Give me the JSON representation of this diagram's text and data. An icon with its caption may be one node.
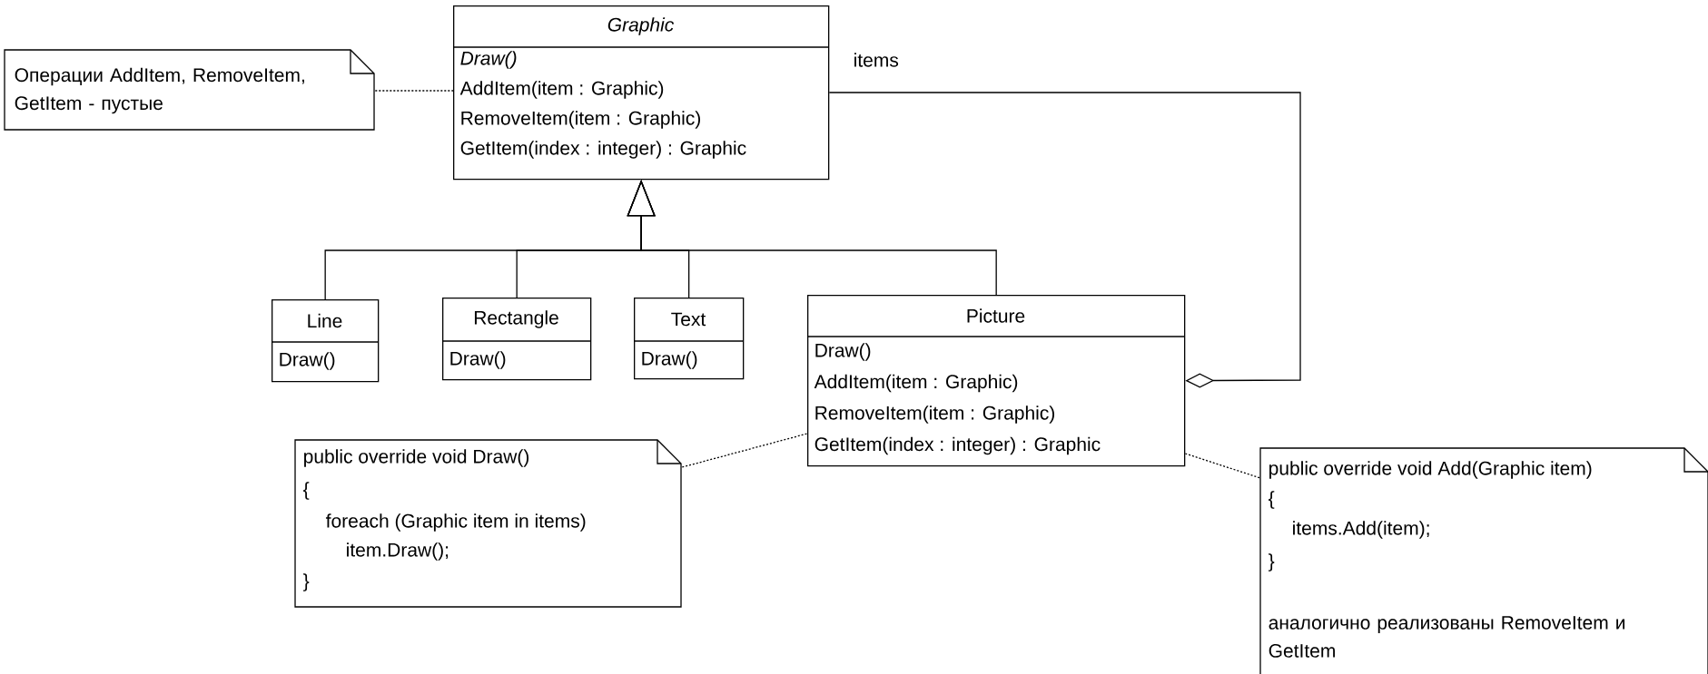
{
  "diagram": {
    "nodes": [
      {
        "text": [
          "Операции AddItem, RemoveItem, GetItem - пустые"
        ]
      },
      {
        "text": [
          "Graphic",
          "Draw()",
          "AddItem(item : Graphic)",
          "RemoveItem(item : Graphic)",
          "GetItem(index : integer) : Graphic"
        ]
      },
      {
        "text": [
          "Line",
          "Draw()"
        ]
      },
      {
        "text": [
          "Rectangle",
          "Draw()"
        ]
      },
      {
        "text": [
          "Text",
          "Draw()"
        ]
      },
      {
        "text": [
          "Picture",
          "Draw()",
          "AddItem(item : Graphic)",
          "RemoveItem(item : Graphic)",
          "GetItem(index : integer) : Graphic"
        ]
      },
      {
        "text": [
          "public override void Draw()",
          "{",
          "foreach (Graphic item in items)",
          "item.Draw();",
          "}"
        ]
      },
      {
        "text": [
          "public override void Add(Graphic item)",
          "{",
          "items.Add(item);",
          "}",
          "аналогично реализованы RemoveItem и GetItem"
        ]
      }
    ],
    "edges": [
      {
        "from": 0,
        "to": 1,
        "arrow": "none",
        "style": "dashed"
      },
      {
        "from": 2,
        "to": 1,
        "arrow": "to"
      },
      {
        "from": 3,
        "to": 1,
        "arrow": "to"
      },
      {
        "from": 4,
        "to": 1,
        "arrow": "to"
      },
      {
        "from": 5,
        "to": 1,
        "arrow": "to"
      },
      {
        "from": 5,
        "to": 1,
        "arrow": "other",
        "label": "items"
      },
      {
        "from": 6,
        "to": 5,
        "arrow": "none",
        "style": "dashed"
      },
      {
        "from": 5,
        "to": 7,
        "arrow": "none",
        "style": "dashed"
      }
    ]
  }
}
